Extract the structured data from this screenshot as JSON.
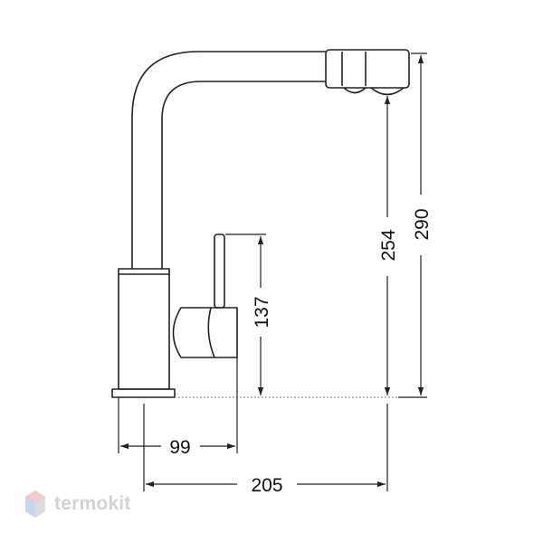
{
  "dimensions": {
    "spout_depth": "99",
    "total_depth": "205",
    "lever_height": "137",
    "spout_height": "254",
    "total_height": "290"
  },
  "brand": {
    "name": "termokit",
    "logo_icon": "hexagon-logo-icon"
  }
}
